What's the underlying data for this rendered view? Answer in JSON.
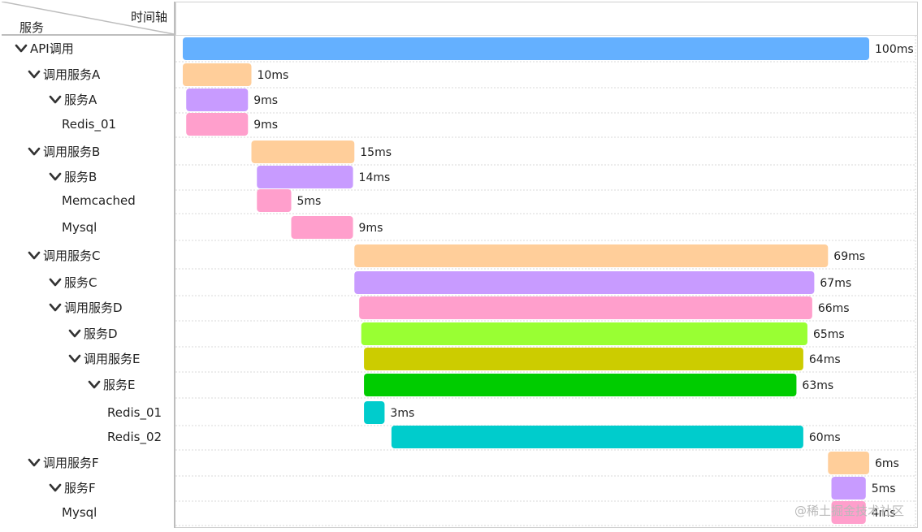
{
  "header": {
    "service_label": "服务",
    "timeline_label": "时间轴"
  },
  "rows": [
    {
      "label": "API调用",
      "depth": 0,
      "expandable": true,
      "start": 0,
      "duration": 100,
      "duration_label": "100ms",
      "color": "#64b0ff"
    },
    {
      "label": "调用服务A",
      "depth": 1,
      "expandable": true,
      "start": 0,
      "duration": 10,
      "duration_label": "10ms",
      "color": "#ffce9a"
    },
    {
      "label": "服务A",
      "depth": 2,
      "expandable": true,
      "start": 0.5,
      "duration": 9,
      "duration_label": "9ms",
      "color": "#c89bff"
    },
    {
      "label": "Redis_01",
      "depth": 2,
      "expandable": false,
      "start": 0.5,
      "duration": 9,
      "duration_label": "9ms",
      "color": "#ff9fcc"
    },
    {
      "label": "调用服务B",
      "depth": 1,
      "expandable": true,
      "start": 10,
      "duration": 15,
      "duration_label": "15ms",
      "color": "#ffce9a"
    },
    {
      "label": "服务B",
      "depth": 2,
      "expandable": true,
      "start": 10.8,
      "duration": 14,
      "duration_label": "14ms",
      "color": "#c89bff"
    },
    {
      "label": "Memcached",
      "depth": 2,
      "expandable": false,
      "start": 10.8,
      "duration": 5,
      "duration_label": "5ms",
      "color": "#ff9fcc"
    },
    {
      "label": "Mysql",
      "depth": 2,
      "expandable": false,
      "start": 15.8,
      "duration": 9,
      "duration_label": "9ms",
      "color": "#ff9fcc"
    },
    {
      "label": "调用服务C",
      "depth": 1,
      "expandable": true,
      "start": 25,
      "duration": 69,
      "duration_label": "69ms",
      "color": "#ffce9a"
    },
    {
      "label": "服务C",
      "depth": 2,
      "expandable": true,
      "start": 25,
      "duration": 67,
      "duration_label": "67ms",
      "color": "#c89bff"
    },
    {
      "label": "调用服务D",
      "depth": 2,
      "expandable": true,
      "start": 25.7,
      "duration": 66,
      "duration_label": "66ms",
      "color": "#ff9fcc"
    },
    {
      "label": "服务D",
      "depth": 3,
      "expandable": true,
      "start": 26,
      "duration": 65,
      "duration_label": "65ms",
      "color": "#99ff33"
    },
    {
      "label": "调用服务E",
      "depth": 3,
      "expandable": true,
      "start": 26.4,
      "duration": 64,
      "duration_label": "64ms",
      "color": "#cccc00"
    },
    {
      "label": "服务E",
      "depth": 4,
      "expandable": true,
      "start": 26.4,
      "duration": 63,
      "duration_label": "63ms",
      "color": "#00cc00"
    },
    {
      "label": "Redis_01",
      "depth": 5,
      "expandable": false,
      "start": 26.4,
      "duration": 3,
      "duration_label": "3ms",
      "color": "#00cccc"
    },
    {
      "label": "Redis_02",
      "depth": 5,
      "expandable": false,
      "start": 30.4,
      "duration": 60,
      "duration_label": "60ms",
      "color": "#00cccc"
    },
    {
      "label": "调用服务F",
      "depth": 1,
      "expandable": true,
      "start": 94,
      "duration": 6,
      "duration_label": "6ms",
      "color": "#ffce9a"
    },
    {
      "label": "服务F",
      "depth": 2,
      "expandable": true,
      "start": 94.5,
      "duration": 5,
      "duration_label": "5ms",
      "color": "#c89bff"
    },
    {
      "label": "Mysql",
      "depth": 2,
      "expandable": false,
      "start": 94.5,
      "duration": 5,
      "duration_label": "4ms",
      "color": "#ff9fcc"
    }
  ],
  "watermark": "@稀土掘金技术社区"
}
